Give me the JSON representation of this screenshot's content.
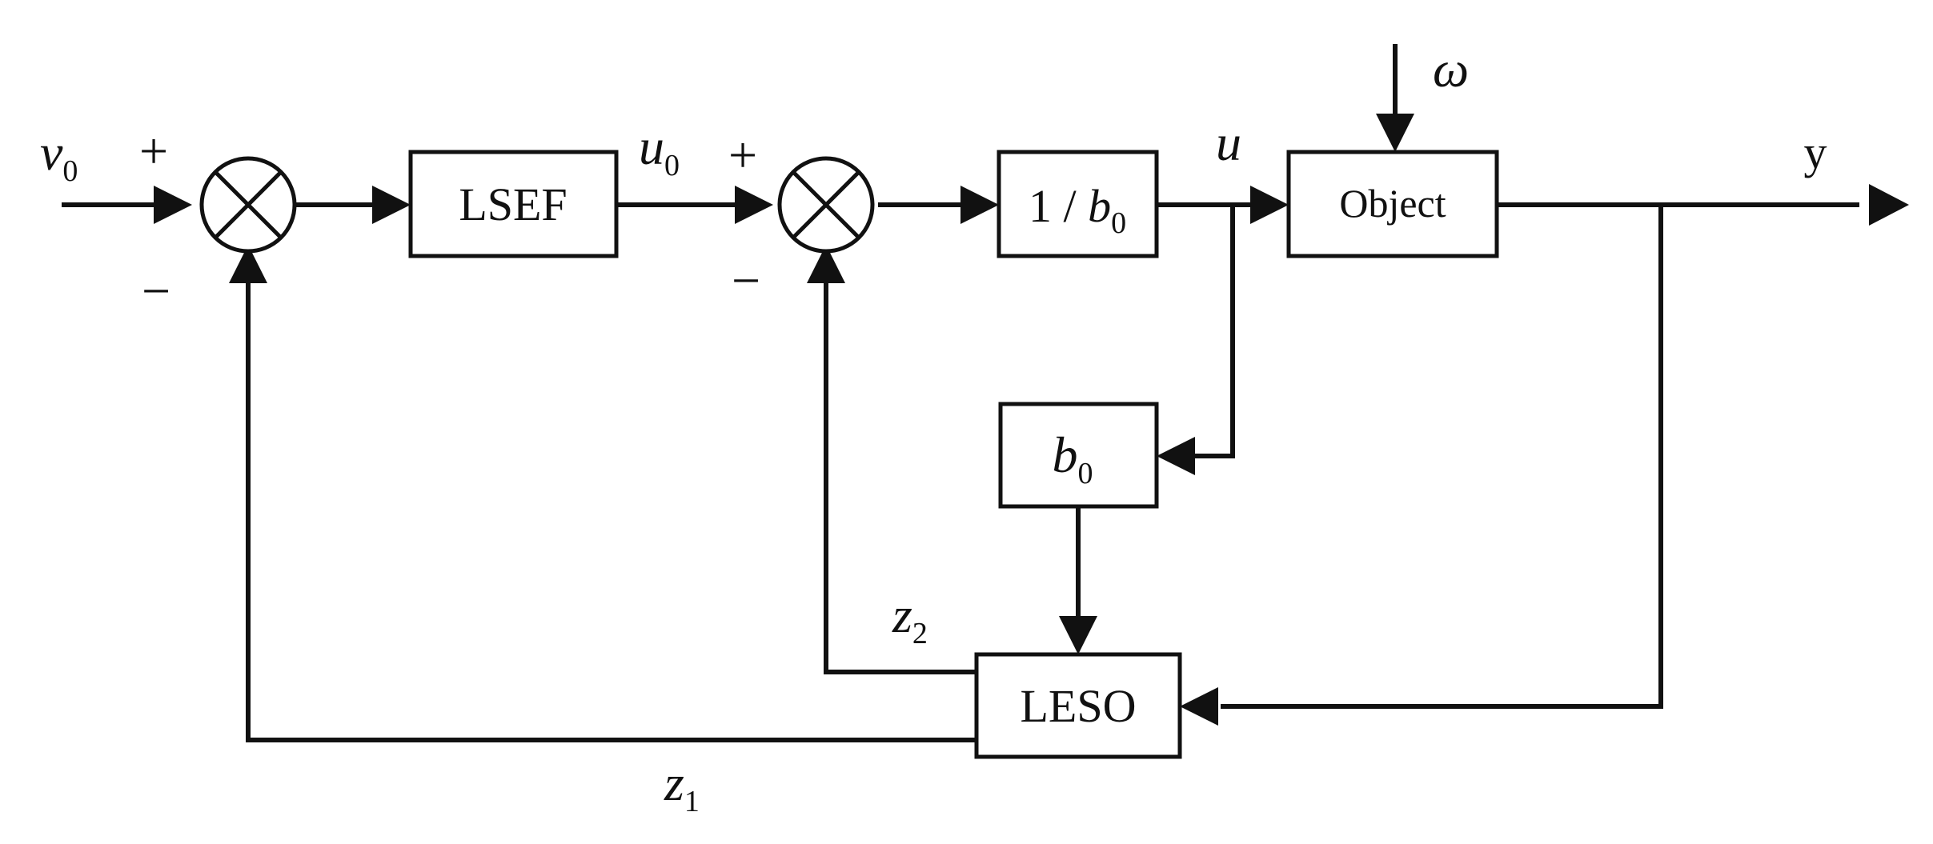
{
  "blocks": {
    "lsef": "LSEF",
    "gain_inverse": {
      "numerator": "1 / ",
      "symbol": "b",
      "subscript": "0"
    },
    "object": "Object",
    "gain": {
      "symbol": "b",
      "subscript": "0"
    },
    "leso": "LESO"
  },
  "signals": {
    "input": {
      "symbol": "v",
      "subscript": "0"
    },
    "u0": {
      "symbol": "u",
      "subscript": "0"
    },
    "u": "u",
    "disturbance": "ω",
    "output": "y",
    "z1": {
      "symbol": "z",
      "subscript": "1"
    },
    "z2": {
      "symbol": "z",
      "subscript": "2"
    }
  },
  "summing_junctions": [
    {
      "plus": "+",
      "minus": "−"
    },
    {
      "plus": "+",
      "minus": "−"
    }
  ]
}
